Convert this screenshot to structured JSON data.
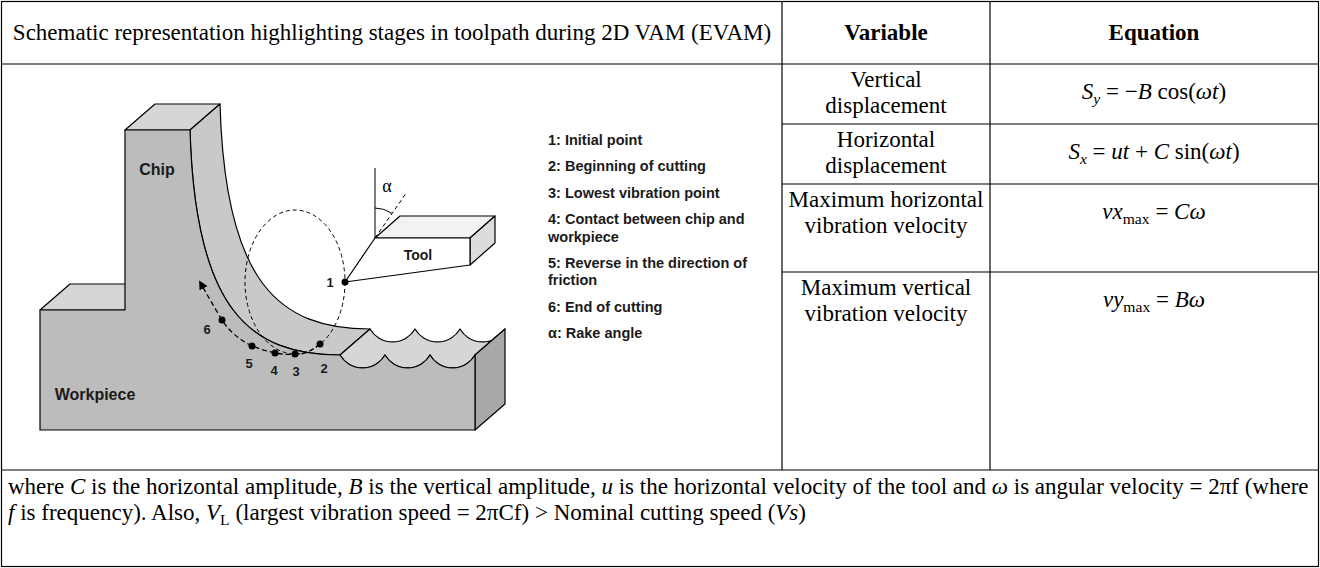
{
  "diagram": {
    "labels": [
      "Schematic representation highlighting stages in toolpath during 2D VAM (EVAM)",
      "Variable",
      "Equation",
      "Chip",
      "Tool",
      "α",
      "1",
      "Workpiece",
      "6",
      "5",
      "4",
      "3",
      "2",
      "1: Initial point",
      "2: Beginning of cutting",
      "3: Lowest vibration point",
      "4: Contact between chip and workpiece",
      "5: Reverse in the direction of friction",
      "6: End of cutting",
      "α: Rake angle",
      "Vertical displacement",
      "Sy = −B cos(ωt)",
      "Horizontal displacement",
      "Sx = ut + C sin(ωt)",
      "Maximum horizontal vibration velocity",
      "vxmax = Cω",
      "Maximum vertical vibration velocity",
      "vymax = Bω",
      "where C is the horizontal amplitude, B is the vertical amplitude, u is the horizontal velocity of the tool and ω is angular velocity = 2πf (where f is frequency). Also, VL (largest vibration speed = 2πCf) > Nominal cutting speed (Vs)"
    ]
  }
}
